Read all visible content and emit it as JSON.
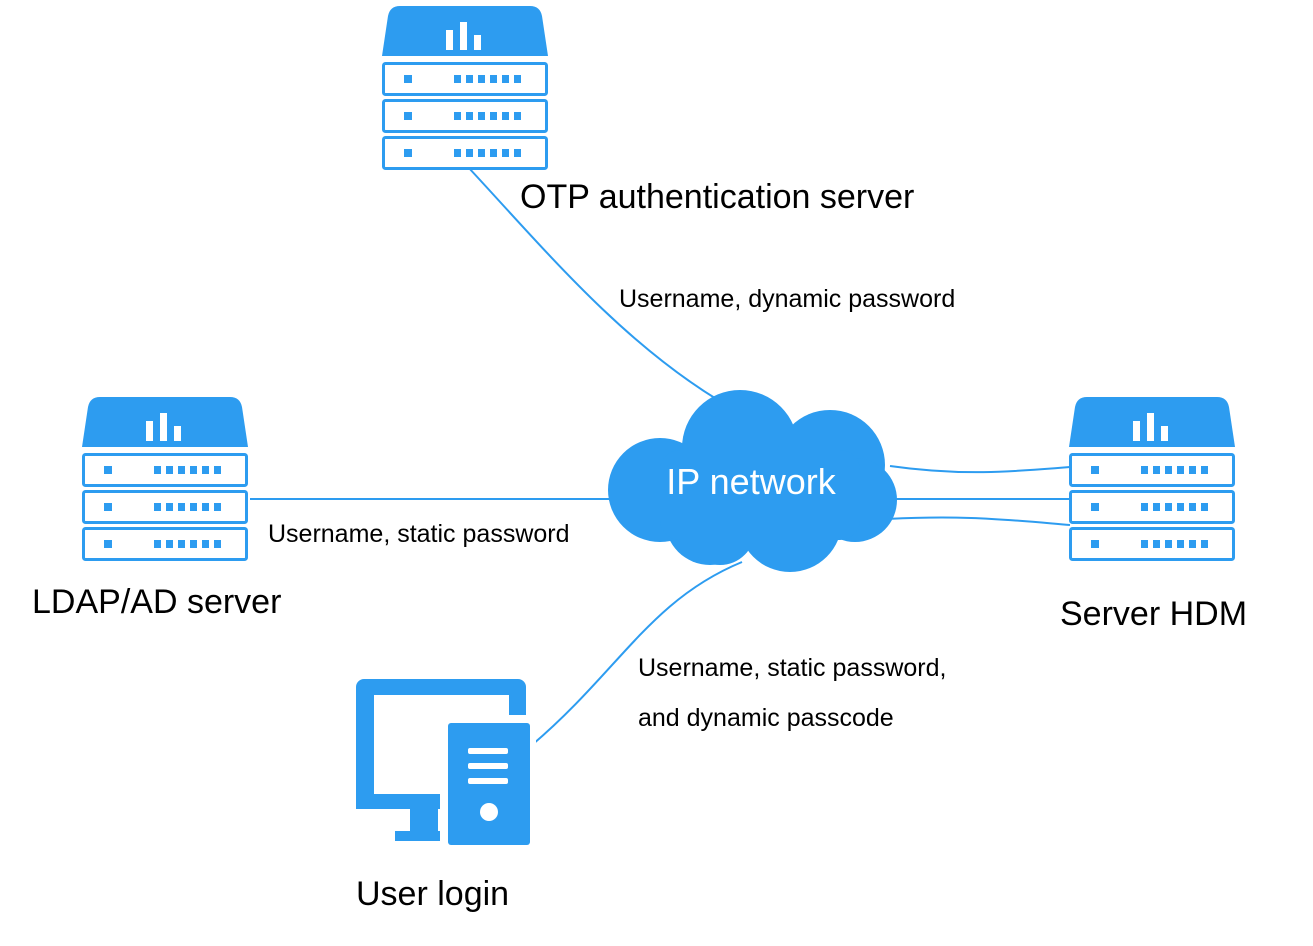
{
  "nodes": {
    "otp_server": {
      "label": "OTP authentication server"
    },
    "ldap_server": {
      "label": "LDAP/AD server"
    },
    "hdm_server": {
      "label": "Server HDM"
    },
    "user_login": {
      "label": "User login"
    },
    "network": {
      "label": "IP network"
    }
  },
  "edges": {
    "otp_to_network": {
      "label": "Username, dynamic password"
    },
    "ldap_to_network": {
      "label": "Username, static password"
    },
    "user_to_network": {
      "label_line1": "Username, static password,",
      "label_line2": "and dynamic passcode"
    }
  },
  "colors": {
    "accent": "#2d9cf0",
    "text": "#000000",
    "background": "#ffffff"
  },
  "icons": {
    "server": "server-rack-icon",
    "cloud": "cloud-icon",
    "workstation": "desktop-computer-icon"
  }
}
